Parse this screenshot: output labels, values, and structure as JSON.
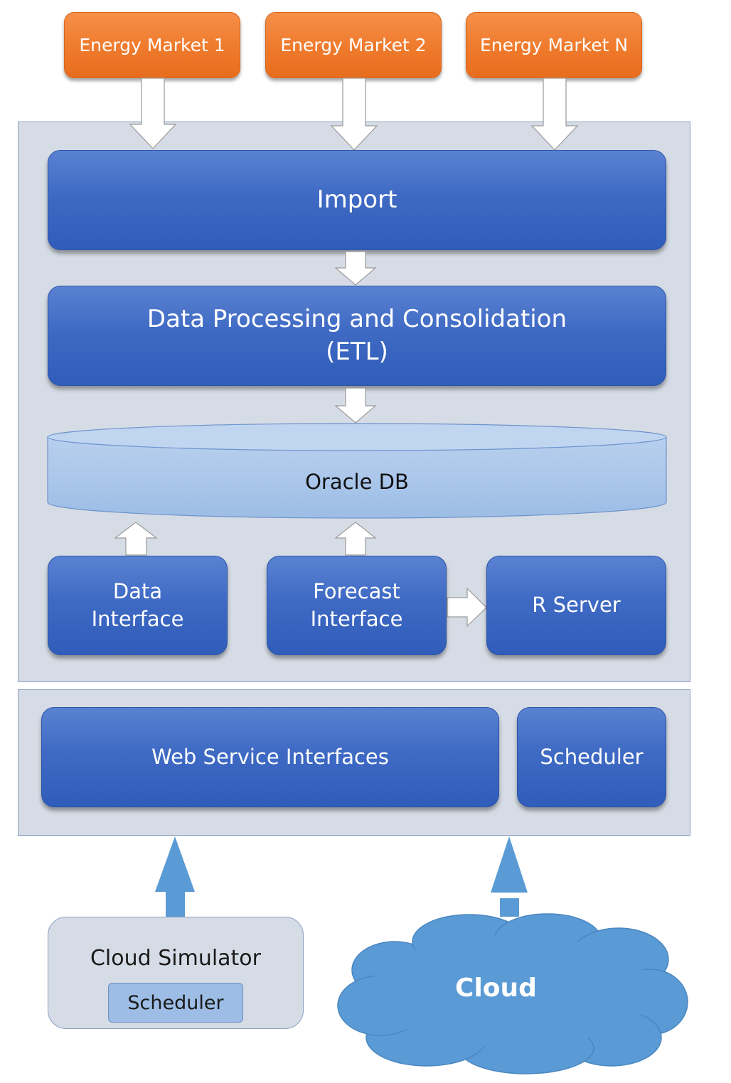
{
  "markets": [
    "Energy Market 1",
    "Energy Market 2",
    "Energy Market N"
  ],
  "import_label": "Import",
  "etl": {
    "line1": "Data Processing and Consolidation",
    "line2": "(ETL)"
  },
  "db_label": "Oracle DB",
  "data_interface": {
    "line1": "Data",
    "line2": "Interface"
  },
  "forecast_interface": {
    "line1": "Forecast",
    "line2": "Interface"
  },
  "r_server": "R Server",
  "web_service": "Web Service Interfaces",
  "scheduler": "Scheduler",
  "cloud_simulator": {
    "title": "Cloud Simulator",
    "scheduler": "Scheduler"
  },
  "cloud_label": "Cloud",
  "colors": {
    "panel": "#d6dce5",
    "box_blue": "#3f6ac4",
    "market_orange": "#ef7a2c",
    "db_fill": "#a9c4e9",
    "cloud_fill": "#5b9bd5",
    "up_arrow": "#5b9bd5"
  }
}
